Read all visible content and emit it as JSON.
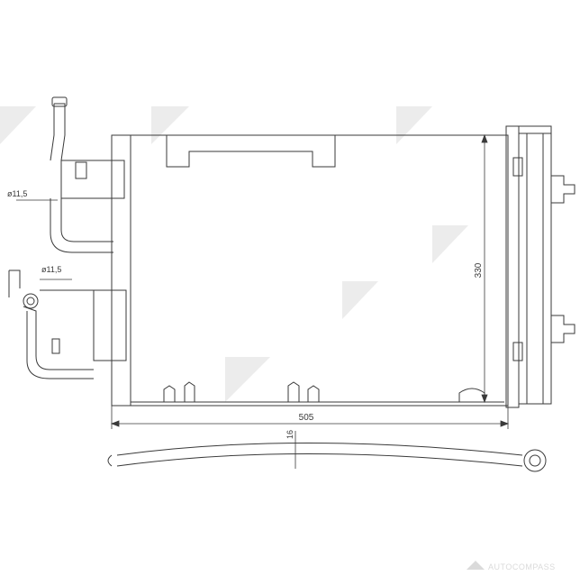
{
  "drawing": {
    "subject": "A/C condenser with receiver-dryer and refrigerant pipes",
    "dimensions": {
      "width": "505",
      "height": "330",
      "thickness": "16",
      "pipe_diameter_top": "ø11,5",
      "pipe_diameter_bottom": "ø11,5"
    }
  },
  "watermark": {
    "brand": "AUTOCOMPASS"
  },
  "colors": {
    "line": "#3a3a3a",
    "watermark": "#e6e6e6",
    "background": "#ffffff"
  }
}
